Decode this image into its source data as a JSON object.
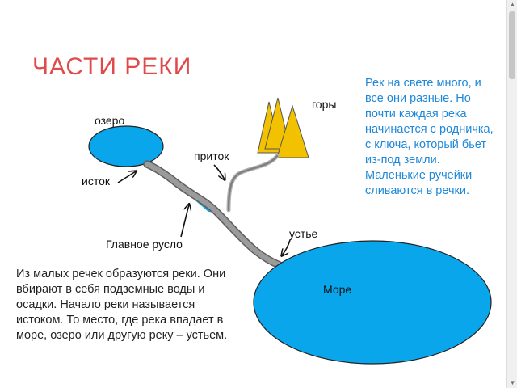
{
  "title": "ЧАСТИ РЕКИ",
  "text_right": "Рек на свете много, и все они разные. Но почти каждая река начинается с родничка, с ключа, который бьет из-под земли. Маленькие ручейки сливаются в речки.",
  "text_left": "Из малых речек образуются реки. Они вбирают в себя подземные воды и осадки. Начало реки называется истоком. То место, где река впадает в море, озеро или другую реку – устьем.",
  "labels": {
    "mountains": "горы",
    "lake": "озеро",
    "tributary": "приток",
    "source": "исток",
    "mouth": "устье",
    "main_channel": "Главное русло",
    "sea": "Море"
  },
  "colors": {
    "title": "#e04a4a",
    "right_text": "#1e88d9",
    "water": "#0aa6ec",
    "mountain": "#f2c200",
    "river": "#808080"
  }
}
